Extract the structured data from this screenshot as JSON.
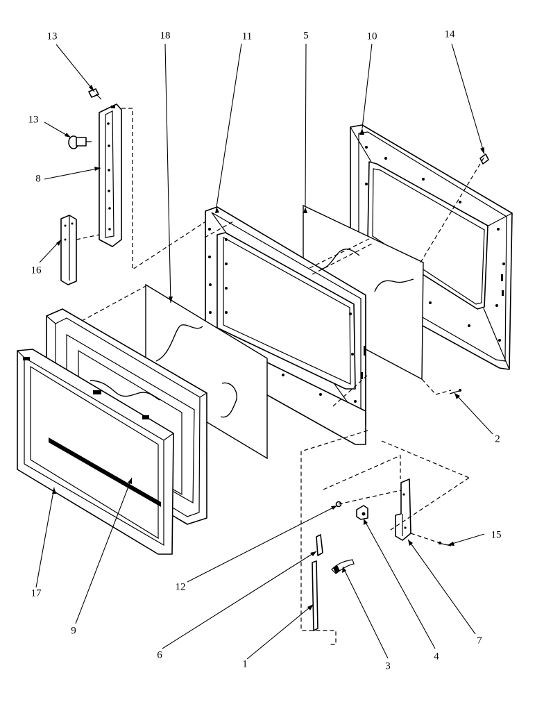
{
  "callouts": [
    {
      "id": "c13a",
      "text": "13"
    },
    {
      "id": "c13b",
      "text": "13"
    },
    {
      "id": "c18",
      "text": "18"
    },
    {
      "id": "c11",
      "text": "11"
    },
    {
      "id": "c5",
      "text": "5"
    },
    {
      "id": "c10",
      "text": "10"
    },
    {
      "id": "c14",
      "text": "14"
    },
    {
      "id": "c8",
      "text": "8"
    },
    {
      "id": "c16",
      "text": "16"
    },
    {
      "id": "c2",
      "text": "2"
    },
    {
      "id": "c15",
      "text": "15"
    },
    {
      "id": "c12",
      "text": "12"
    },
    {
      "id": "c17",
      "text": "17"
    },
    {
      "id": "c9",
      "text": "9"
    },
    {
      "id": "c6",
      "text": "6"
    },
    {
      "id": "c7",
      "text": "7"
    },
    {
      "id": "c4",
      "text": "4"
    },
    {
      "id": "c3",
      "text": "3"
    },
    {
      "id": "c1",
      "text": "1"
    }
  ]
}
